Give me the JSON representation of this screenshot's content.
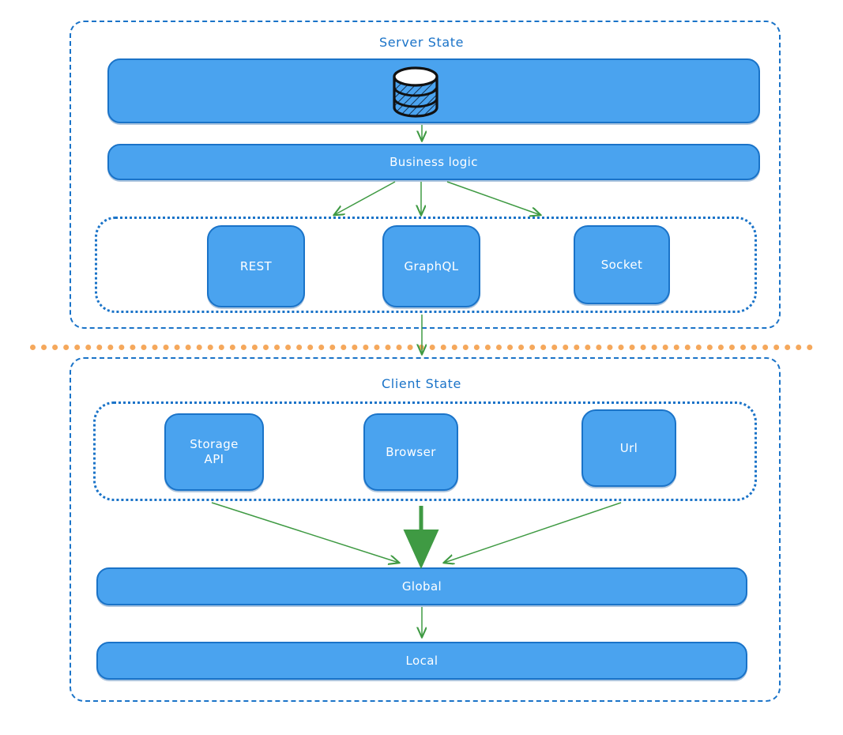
{
  "diagram": {
    "title_server": "Server State",
    "title_client": "Client State",
    "accent_blue": "#1a73c8",
    "node_fill": "#4aa3ef",
    "arrow_green": "#3f9a43",
    "divider_orange": "#f5a85c"
  },
  "server": {
    "label": "Server State",
    "database_box": {
      "label": "",
      "icon": "database-cylinder-icon"
    },
    "business_logic": {
      "label": "Business logic"
    },
    "api_group": {
      "items": [
        {
          "label": "REST"
        },
        {
          "label": "GraphQL"
        },
        {
          "label": "Socket"
        }
      ]
    }
  },
  "client": {
    "label": "Client State",
    "source_group": {
      "items": [
        {
          "label": "Storage\nAPI",
          "line1": "Storage",
          "line2": "API"
        },
        {
          "label": "Browser",
          "line1": "Browser",
          "line2": ""
        },
        {
          "label": "Url",
          "line1": "Url",
          "line2": ""
        }
      ]
    },
    "global": {
      "label": "Global"
    },
    "local": {
      "label": "Local"
    }
  },
  "connections": [
    {
      "from": "database",
      "to": "business-logic"
    },
    {
      "from": "business-logic",
      "to": "rest"
    },
    {
      "from": "business-logic",
      "to": "graphql"
    },
    {
      "from": "business-logic",
      "to": "socket"
    },
    {
      "from": "server-state",
      "to": "client-state"
    },
    {
      "from": "storage-api",
      "to": "global"
    },
    {
      "from": "browser",
      "to": "global"
    },
    {
      "from": "url",
      "to": "global"
    },
    {
      "from": "global",
      "to": "local"
    }
  ]
}
